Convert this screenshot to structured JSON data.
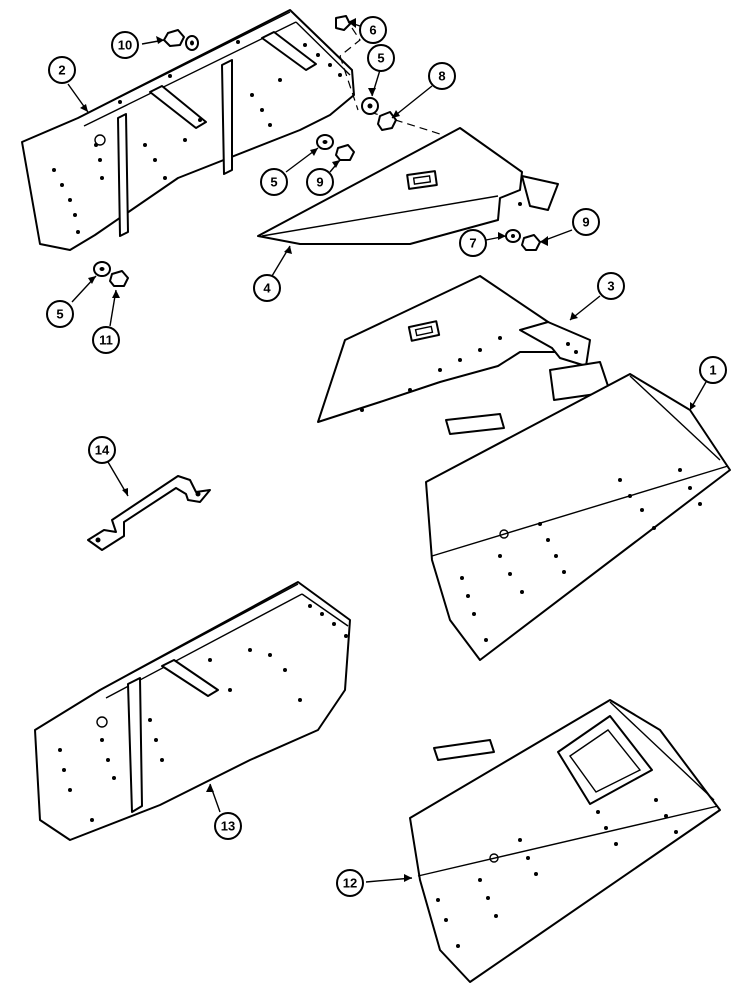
{
  "diagram": {
    "callouts": [
      {
        "id": "c10a",
        "label": "10"
      },
      {
        "id": "c6",
        "label": "6"
      },
      {
        "id": "c2",
        "label": "2"
      },
      {
        "id": "c5a",
        "label": "5"
      },
      {
        "id": "c8",
        "label": "8"
      },
      {
        "id": "c5b",
        "label": "5"
      },
      {
        "id": "c9a",
        "label": "9"
      },
      {
        "id": "c9b",
        "label": "9"
      },
      {
        "id": "c7",
        "label": "7"
      },
      {
        "id": "c4",
        "label": "4"
      },
      {
        "id": "c5c",
        "label": "5"
      },
      {
        "id": "c11",
        "label": "11"
      },
      {
        "id": "c3",
        "label": "3"
      },
      {
        "id": "c1",
        "label": "1"
      },
      {
        "id": "c14",
        "label": "14"
      },
      {
        "id": "c13",
        "label": "13"
      },
      {
        "id": "c12",
        "label": "12"
      }
    ]
  }
}
